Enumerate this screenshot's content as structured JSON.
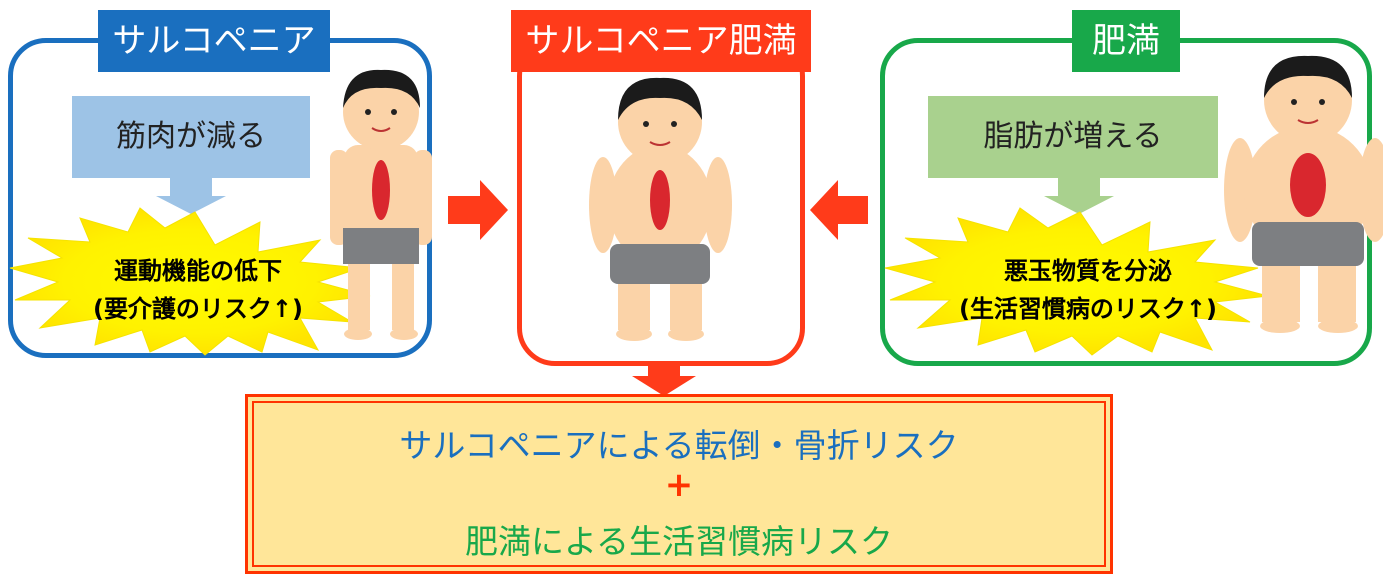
{
  "panels": {
    "sarcopenia": {
      "title": "サルコペニア",
      "box_text": "筋肉が減る",
      "burst_line1": "運動機能の低下",
      "burst_line2": "(要介護のリスク↑)",
      "color": "#1a6fbf"
    },
    "sarcopenic_obesity": {
      "title": "サルコペニア肥満",
      "color": "#ff3b1a"
    },
    "obesity": {
      "title": "肥満",
      "box_text": "脂肪が増える",
      "burst_line1": "悪玉物質を分泌",
      "burst_line2": "(生活習慣病のリスク↑)",
      "color": "#18a84a"
    }
  },
  "summary": {
    "line1": "サルコペニアによる転倒・骨折リスク",
    "plus": "+",
    "line2": "肥満による生活習慣病リスク",
    "line1_color": "#1a6fbf",
    "plus_color": "#ff3300",
    "line2_color": "#18a84a",
    "background": "#ffe699"
  },
  "icons": [
    "arrow-right-icon",
    "arrow-left-icon",
    "arrow-down-icon",
    "person-illustration"
  ]
}
